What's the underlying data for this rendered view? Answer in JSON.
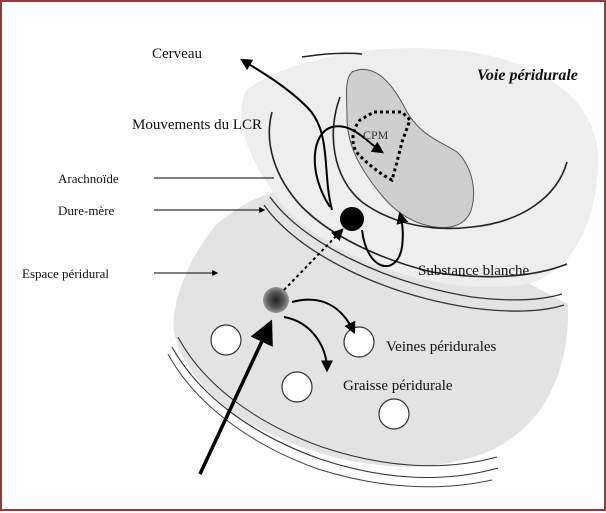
{
  "diagram": {
    "title": "Voie péridurale",
    "labels": {
      "cerveau": "Cerveau",
      "mouvements_lcr": "Mouvements du LCR",
      "cpm": "CPM",
      "arachnoide": "Arachnoïde",
      "dure_mere": "Dure-mère",
      "espace_peridural": "Espace péridural",
      "substance_blanche": "Substance blanche",
      "veines_peridurales": "Veines péridurales",
      "graisse_peridurale": "Graisse péridurale"
    },
    "colors": {
      "frame": "#8e3b3b",
      "spinal_cord": "#eeeeee",
      "gray_matter": "#cfcfcf",
      "epidural_space": "#e3e3e3"
    }
  }
}
